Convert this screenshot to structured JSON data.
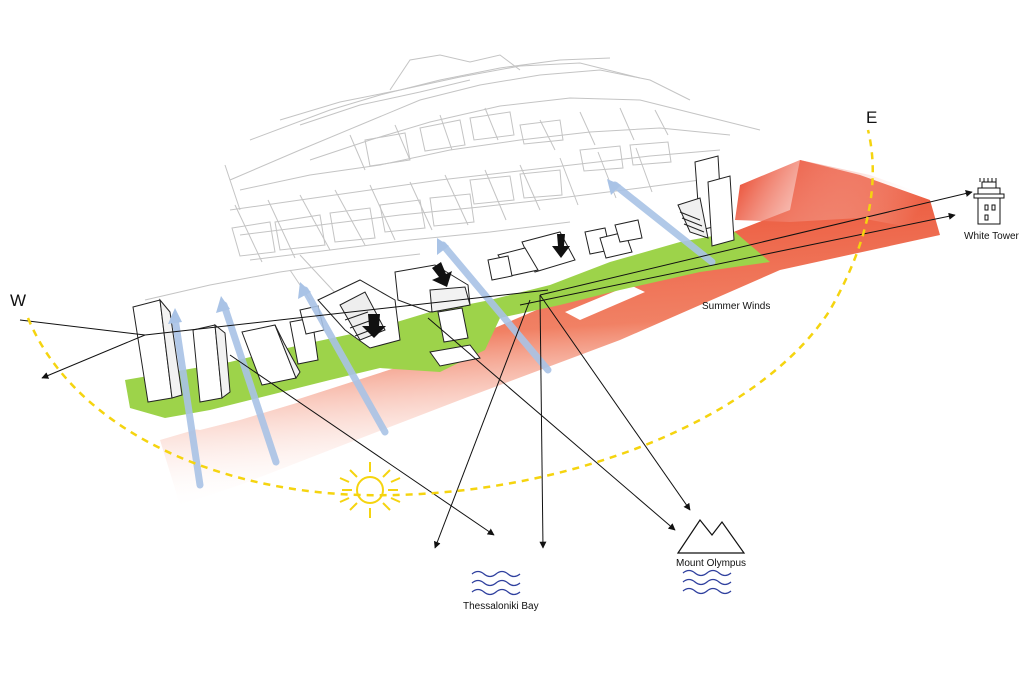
{
  "labels": {
    "west": "W",
    "east": "E",
    "white_tower": "White Tower",
    "summer_winds": "Summer Winds",
    "mount_olympus": "Mount Olympus",
    "thessaloniki_bay": "Thessaloniki Bay"
  },
  "colors": {
    "sea_heat": "#e8391c",
    "park": "#9dd34a",
    "sun_path": "#f5d40f",
    "wind": "#a9c3e6",
    "street_lines": "#bdbdbd",
    "water_waves": "#2e3f9e"
  },
  "icons": [
    "sun-icon",
    "white-tower-icon",
    "mountain-icon",
    "wave-icon",
    "arrow-icon"
  ]
}
